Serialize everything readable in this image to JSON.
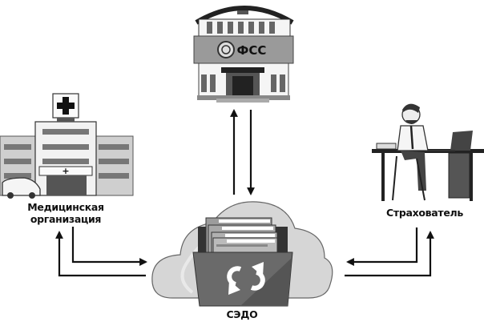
{
  "nodes": {
    "fss": {
      "label": "ФСС",
      "icon": "government-building-icon"
    },
    "medical": {
      "label_line1": "Медицинская",
      "label_line2": "организация",
      "icon": "hospital-icon"
    },
    "insurer": {
      "label": "Страхователь",
      "icon": "office-worker-icon"
    },
    "sedo": {
      "label": "СЭДО",
      "icon": "cloud-sync-folder-icon"
    }
  },
  "edges": [
    {
      "from": "medical",
      "to": "sedo"
    },
    {
      "from": "sedo",
      "to": "medical"
    },
    {
      "from": "fss",
      "to": "sedo"
    },
    {
      "from": "sedo",
      "to": "fss"
    },
    {
      "from": "insurer",
      "to": "sedo"
    },
    {
      "from": "sedo",
      "to": "insurer"
    }
  ],
  "colors": {
    "dark": "#2b2b2b",
    "mid": "#6e6e6e",
    "light": "#bdbdbd",
    "lighter": "#dcdcdc"
  }
}
